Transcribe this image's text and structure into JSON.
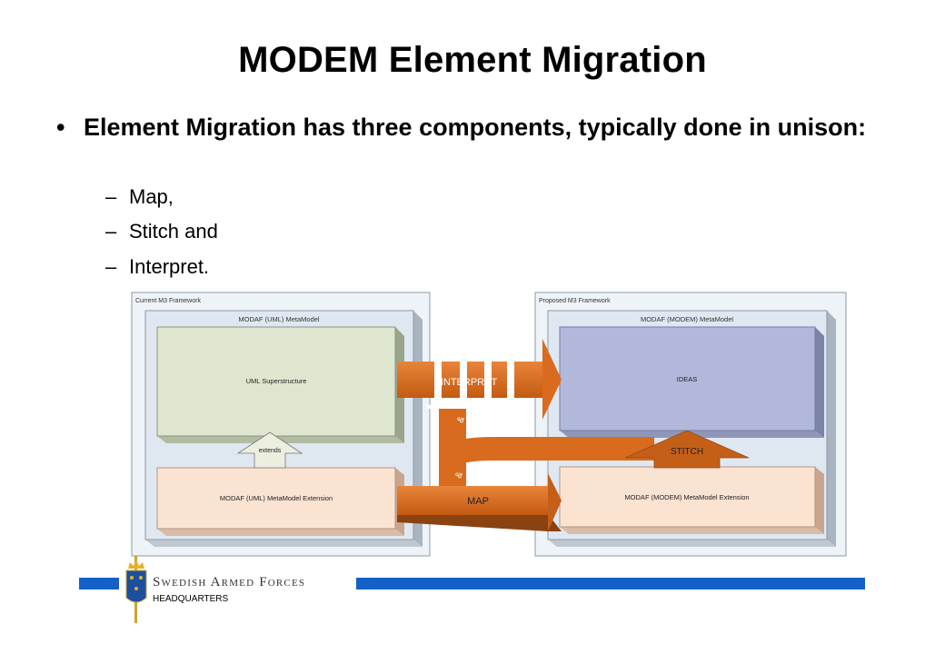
{
  "slide": {
    "title": "MODEM Element Migration",
    "bullet": "Element Migration has three components, typically done in unison:",
    "bullet_glyph": "•",
    "dash_glyph": "–",
    "subitems": [
      "Map,",
      "Stitch and",
      "Interpret."
    ]
  },
  "diagram": {
    "left_frame": "Current M3 Framework",
    "left_model": "MODAF (UML) MetaModel",
    "left_top_box": "UML Superstructure",
    "left_bottom_box": "MODAF (UML) MetaModel Extension",
    "extends": "extends",
    "right_frame": "Proposed M3 Framework",
    "right_model": "MODAF (MODEM) MetaModel",
    "right_top_box": "IDEAS",
    "right_bottom_box": "MODAF (MODEM) MetaModel Extension",
    "interpret": "INTERPRET",
    "stitch": "STITCH",
    "map": "MAP",
    "amp_upper": "&",
    "amp_lower": "&",
    "colors": {
      "orange": "#d86b1e",
      "green_box": "#dfe6cf",
      "peach_box": "#fbe3d2",
      "ideas_box": "#b1b8db",
      "frame_fill": "#dfe8f1",
      "footer_blue": "#1560c8"
    }
  },
  "footer": {
    "org": "Swedish Armed Forces",
    "sub": "HEADQUARTERS",
    "emblem": "crown-shield-sword-emblem"
  }
}
